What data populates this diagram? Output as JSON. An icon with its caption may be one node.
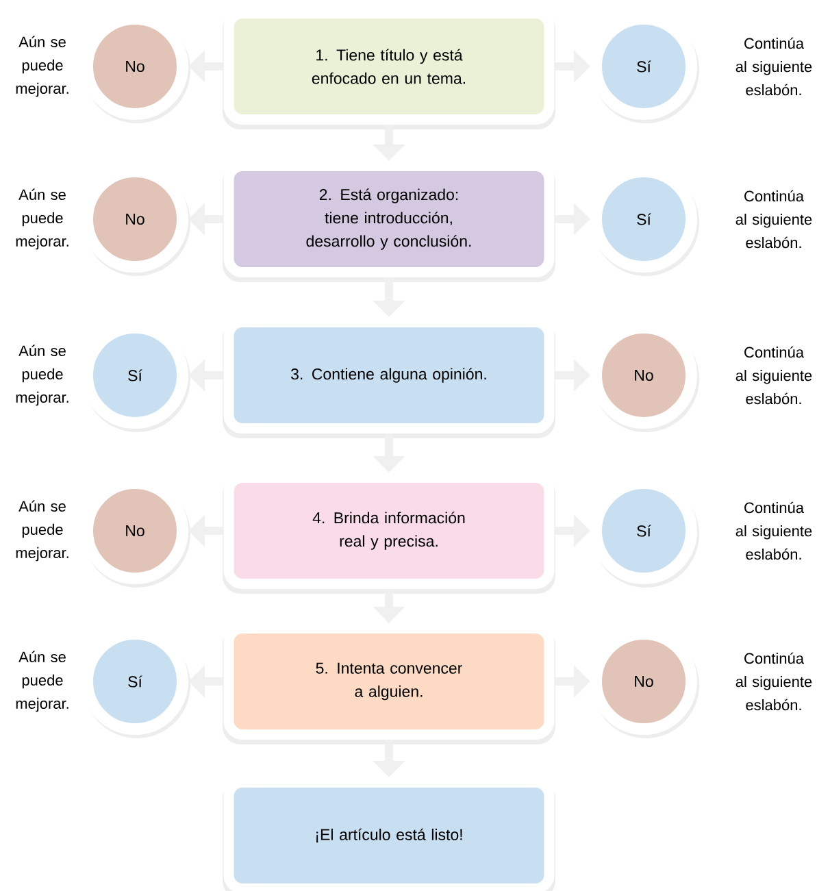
{
  "diagram": {
    "nodes": [
      {
        "text": [
          "No"
        ],
        "beside": [
          "Aún se puede mejorar."
        ]
      },
      {
        "text": [
          "1. Tiene título y está enfocado en un tema."
        ]
      },
      {
        "text": [
          "Sí"
        ],
        "beside": [
          "Continúa al siguiente eslabón."
        ]
      },
      {
        "text": [
          "No"
        ],
        "beside": [
          "Aún se puede mejorar."
        ]
      },
      {
        "text": [
          "2. Está organizado: tiene introducción, desarrollo y conclusión."
        ]
      },
      {
        "text": [
          "Sí"
        ],
        "beside": [
          "Continúa al siguiente eslabón."
        ]
      },
      {
        "text": [
          "Sí"
        ],
        "beside": [
          "Aún se puede mejorar."
        ]
      },
      {
        "text": [
          "3. Contiene alguna opinión."
        ]
      },
      {
        "text": [
          "No"
        ],
        "beside": [
          "Continúa al siguiente eslabón."
        ]
      },
      {
        "text": [
          "No"
        ],
        "beside": [
          "Aún se puede mejorar."
        ]
      },
      {
        "text": [
          "4. Brinda información real y precisa."
        ]
      },
      {
        "text": [
          "Sí"
        ],
        "beside": [
          "Continúa al siguiente eslabón."
        ]
      },
      {
        "text": [
          "Sí"
        ],
        "beside": [
          "Aún se puede mejorar."
        ]
      },
      {
        "text": [
          "5. Intenta convencer a alguien."
        ]
      },
      {
        "text": [
          "No"
        ],
        "beside": [
          "Continúa al siguiente eslabón."
        ]
      },
      {
        "text": [
          "¡El artículo está listo!"
        ]
      }
    ],
    "edges": [
      {
        "from": 1,
        "to": 0,
        "arrow": "to"
      },
      {
        "from": 1,
        "to": 2,
        "arrow": "to"
      },
      {
        "from": 1,
        "to": 4,
        "arrow": "to"
      },
      {
        "from": 4,
        "to": 3,
        "arrow": "to"
      },
      {
        "from": 4,
        "to": 5,
        "arrow": "to"
      },
      {
        "from": 4,
        "to": 7,
        "arrow": "to"
      },
      {
        "from": 7,
        "to": 6,
        "arrow": "to"
      },
      {
        "from": 7,
        "to": 8,
        "arrow": "to"
      },
      {
        "from": 7,
        "to": 10,
        "arrow": "to"
      },
      {
        "from": 10,
        "to": 9,
        "arrow": "to"
      },
      {
        "from": 10,
        "to": 11,
        "arrow": "to"
      },
      {
        "from": 10,
        "to": 13,
        "arrow": "to"
      },
      {
        "from": 13,
        "to": 12,
        "arrow": "to"
      },
      {
        "from": 13,
        "to": 14,
        "arrow": "to"
      },
      {
        "from": 13,
        "to": 15,
        "arrow": "to"
      }
    ]
  }
}
